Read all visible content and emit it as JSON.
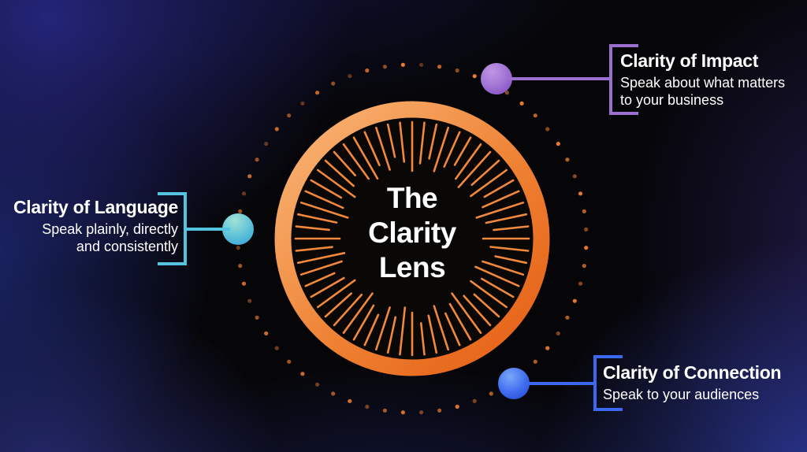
{
  "lens": {
    "title_lines": [
      "The",
      "Clarity",
      "Lens"
    ]
  },
  "callouts": {
    "impact": {
      "heading": "Clarity of Impact",
      "body_lines": [
        "Speak about what matters",
        "to your business"
      ],
      "accent": "#9a6fd0"
    },
    "language": {
      "heading": "Clarity of Language",
      "body_lines": [
        "Speak plainly, directly",
        "and consistently"
      ],
      "accent": "#53c3df"
    },
    "connection": {
      "heading": "Clarity of Connection",
      "body_lines": [
        "Speak to your audiences"
      ],
      "accent": "#3a68ee"
    }
  },
  "colors": {
    "ring_orange_light": "#f9b374",
    "ring_orange_mid": "#ee8133",
    "ring_orange_dark": "#e55f14",
    "ray_orange": "#f1883b",
    "dot_orange": "#ee7c33",
    "lens_fill_black": "#0a0707",
    "background_navy": "#1d1d5e",
    "text_white": "#ffffff"
  }
}
